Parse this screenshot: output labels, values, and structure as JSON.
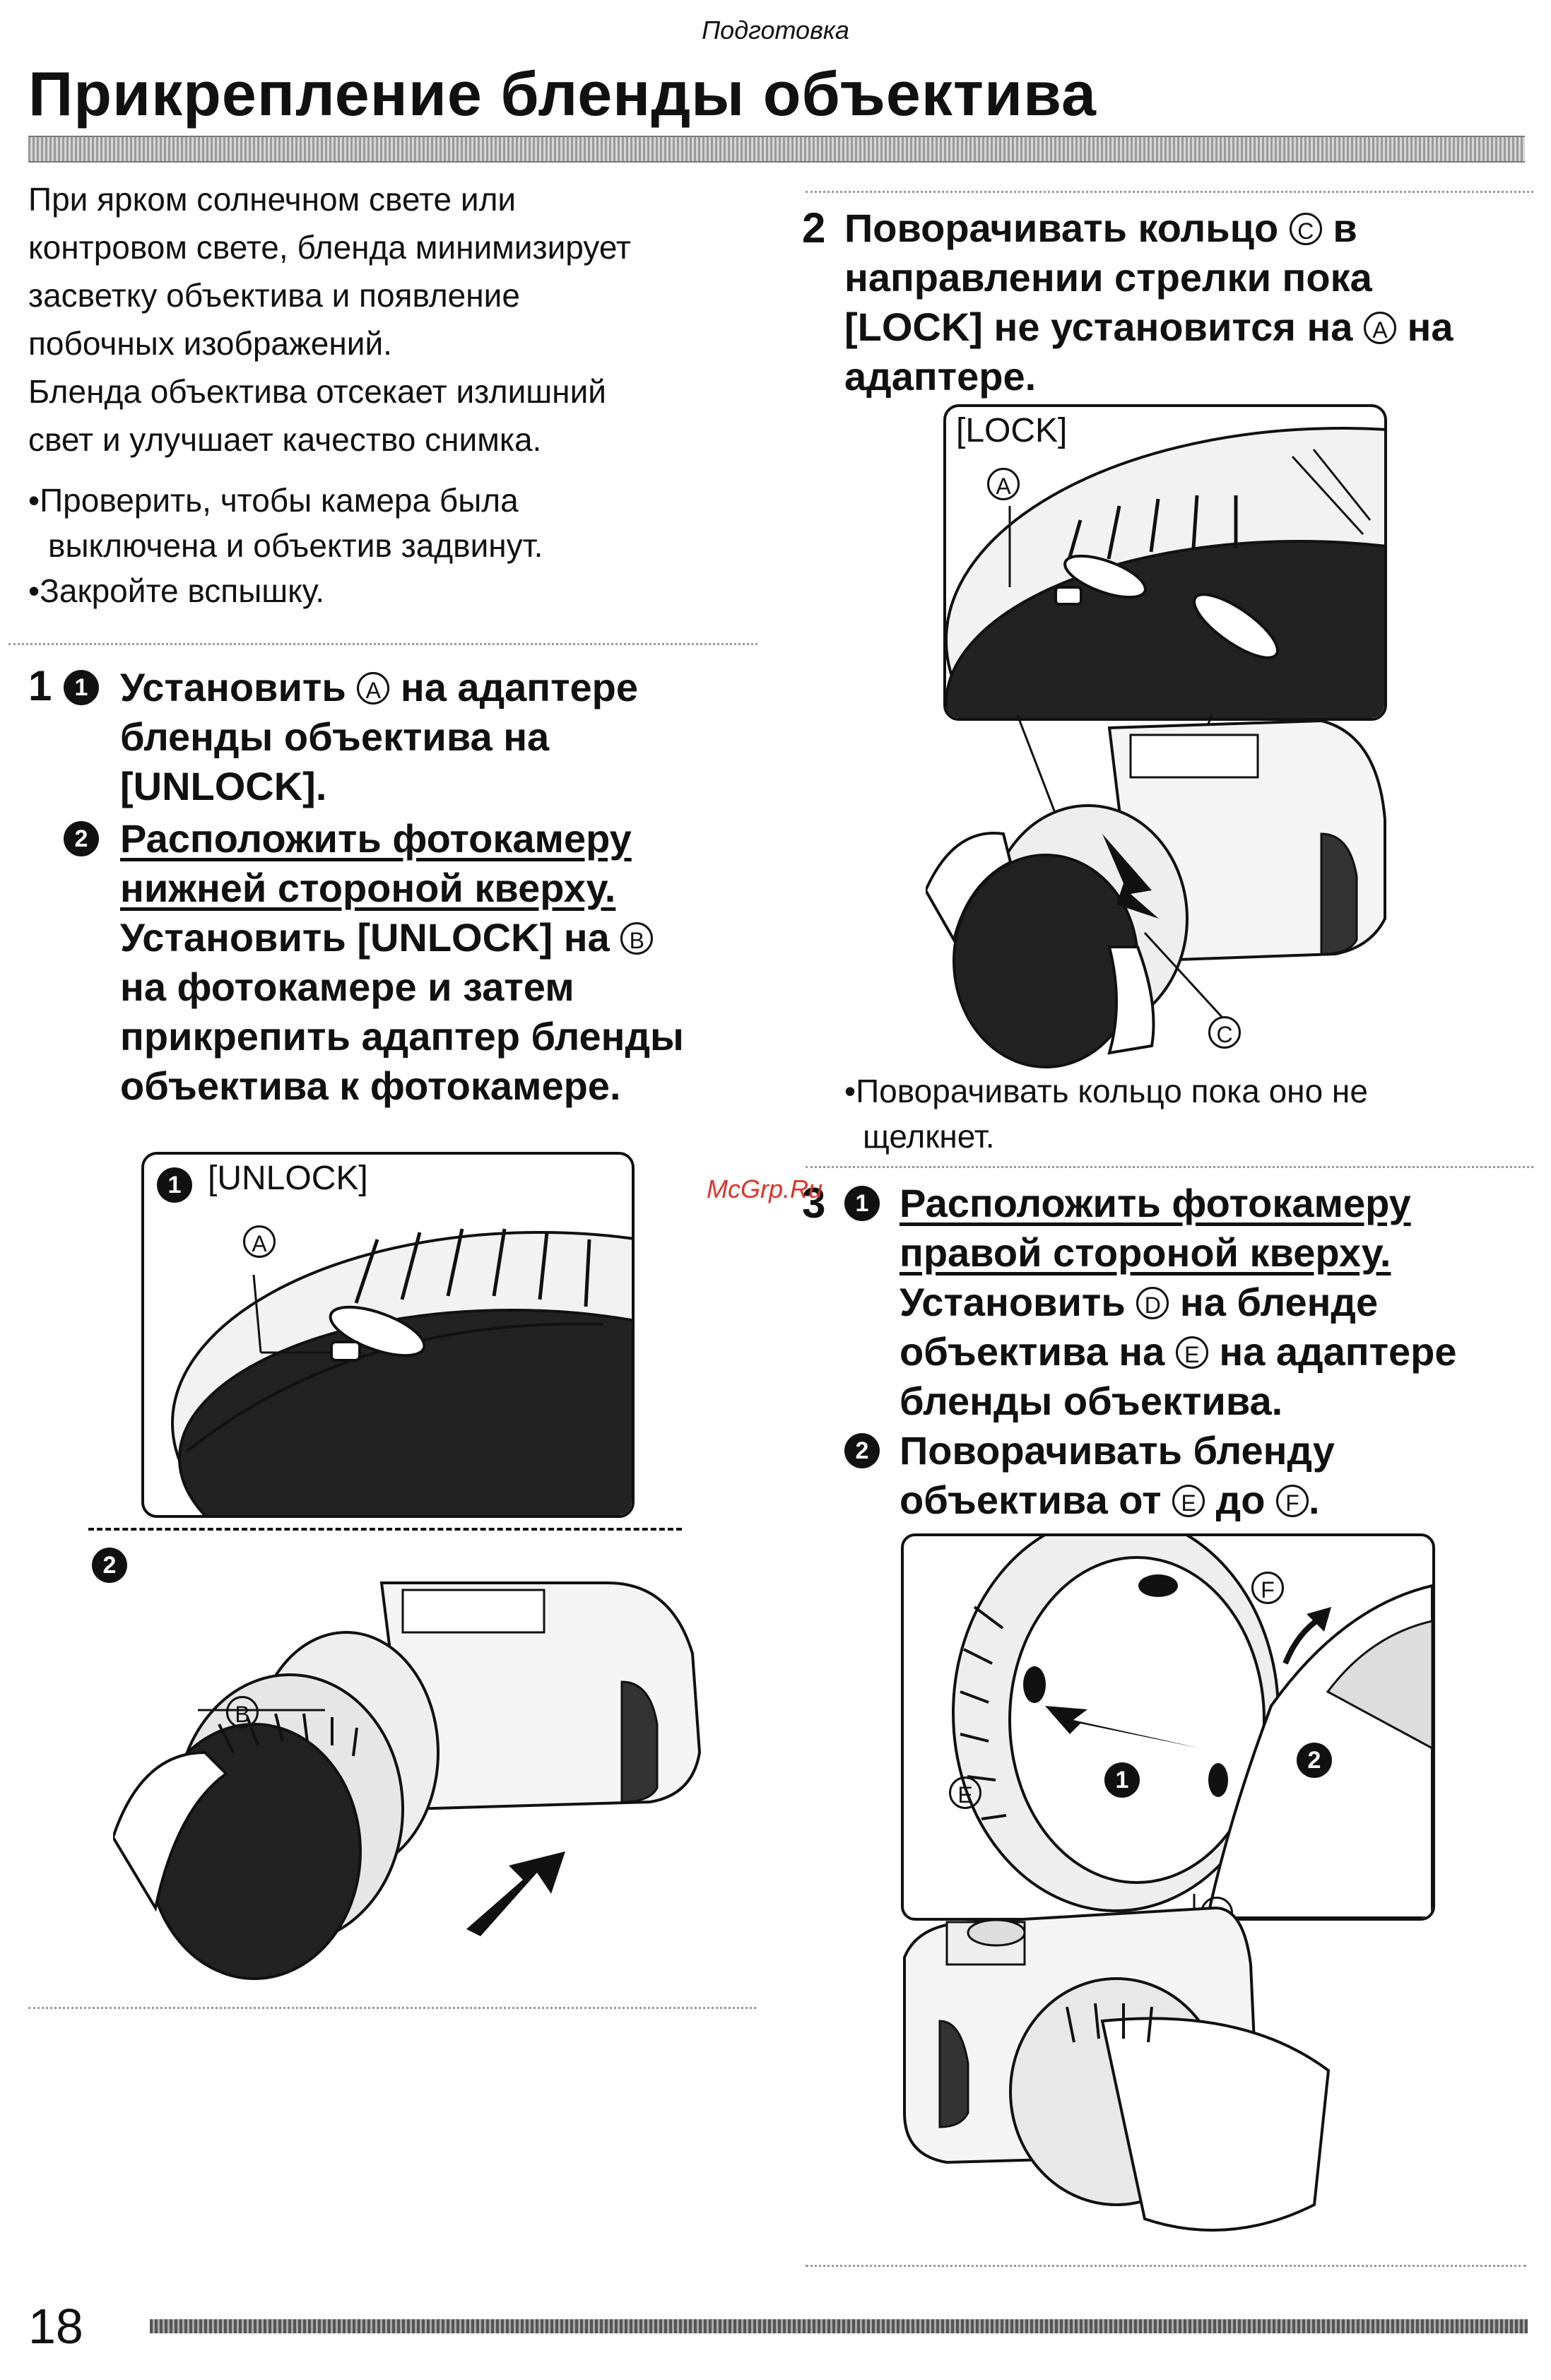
{
  "header": {
    "section": "Подготовка",
    "title": "Прикрепление бленды объектива"
  },
  "intro": {
    "lines": [
      "При ярком солнечном свете или",
      "контровом свете, бленда минимизирует",
      "засветку объектива и появление",
      "побочных изображений.",
      "Бленда объектива отсекает излишний",
      "свет и улучшает качество снимка."
    ],
    "bullets": [
      [
        "•Проверить, чтобы камера была",
        "выключена и объектив задвинут."
      ],
      [
        "•Закройте вспышку."
      ]
    ]
  },
  "step1": {
    "number": "1",
    "sub1_badge": "1",
    "sub1_lines": [
      "Установить",
      "на адаптере",
      "бленды объектива на",
      "[UNLOCK]."
    ],
    "sub2_badge": "2",
    "sub2_underlined": [
      "Расположить фотокамеру",
      "нижней стороной кверху."
    ],
    "sub2_lines": [
      "Установить [UNLOCK] на",
      "на фотокамере и затем",
      "прикрепить адаптер бленды",
      "объектива к фотокамере."
    ],
    "fig1_badge": "1",
    "fig1_label": "[UNLOCK]",
    "fig2_badge": "2",
    "letter_A": "A",
    "letter_B": "B"
  },
  "step2": {
    "number": "2",
    "lines": [
      "Поворачивать кольцо",
      "в",
      "направлении стрелки пока",
      "[LOCK] не установится на",
      "на",
      "адаптере."
    ],
    "fig_label": "[LOCK]",
    "letter_A": "A",
    "letter_C": "C",
    "note": [
      "•Поворачивать кольцо пока оно не",
      "щелкнет."
    ]
  },
  "step3": {
    "number": "3",
    "sub1_badge": "1",
    "sub1_underlined": [
      "Расположить фотокамеру",
      "правой стороной кверху."
    ],
    "sub1_lines": [
      "Установить",
      "на бленде",
      "объектива на",
      "на адаптере",
      "бленды объектива."
    ],
    "sub2_badge": "2",
    "sub2_lines": [
      "Поворачивать бленду",
      "объектива от",
      "до",
      "."
    ],
    "letter_D": "D",
    "letter_E": "E",
    "letter_F": "F",
    "fig_badge_1": "1",
    "fig_badge_2": "2"
  },
  "footer": {
    "page_number": "18",
    "watermark": "McGrp.Ru"
  }
}
